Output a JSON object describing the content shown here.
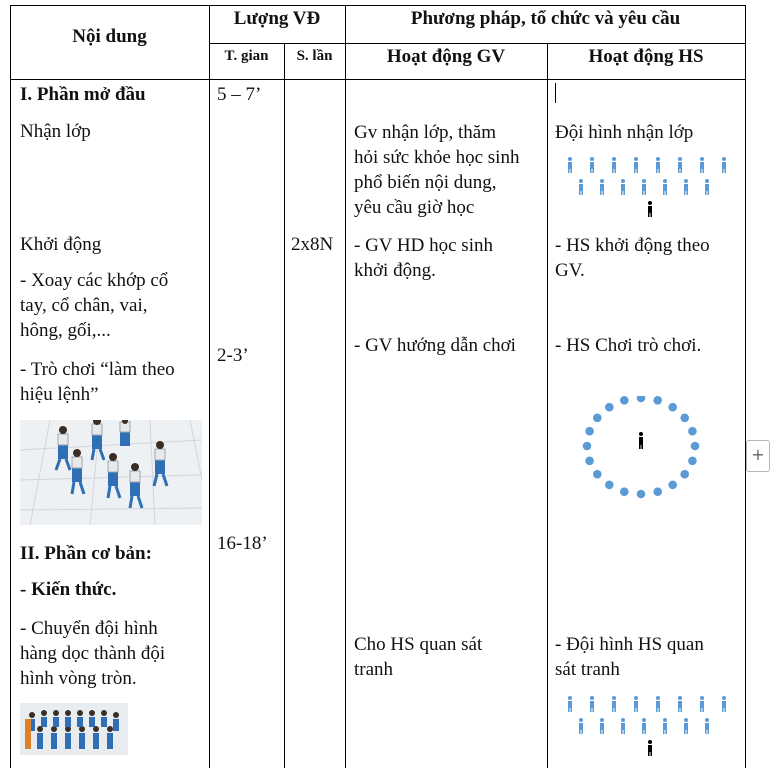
{
  "header": {
    "noi_dung": "Nội dung",
    "luong_vd": "Lượng VĐ",
    "phuong_phap": "Phương pháp, tổ chức và yêu cầu",
    "t_gian": "T. gian",
    "s_lan": "S. lần",
    "hd_gv": "Hoạt động GV",
    "hd_hs": "Hoạt động HS"
  },
  "content": {
    "part1": "I. Phần mở đầu",
    "nhan_lop": "Nhận lớp",
    "khoi_dong": "Khởi động",
    "xoay1": "- Xoay các khớp cổ",
    "xoay2": "tay, cổ chân, vai,",
    "xoay3": "hông, gối,...",
    "trochoi1": "- Trò chơi “làm theo",
    "trochoi2": "hiệu lệnh”",
    "part2": "II. Phần cơ bản:",
    "kienthuc": "- Kiến thức.",
    "chuyen1": "- Chuyển đội hình",
    "chuyen2": "hàng dọc thành đội",
    "chuyen3": "hình vòng tròn."
  },
  "time": {
    "t1": "5 – 7’",
    "t2": "2-3’",
    "t3": "16-18’"
  },
  "reps": {
    "r1": "2x8N"
  },
  "gv": {
    "a1": "Gv nhận lớp, thăm",
    "a2": "hỏi sức khỏe học sinh",
    "a3": "phổ biến nội dung,",
    "a4": "yêu cầu giờ học",
    "b1": "- GV HD học sinh",
    "b2": "khởi động.",
    "c1": "- GV hướng dẫn chơi",
    "d1": "Cho HS quan sát",
    "d2": "tranh"
  },
  "hs": {
    "a1": "Đội hình nhận lớp",
    "b1": " - HS khởi động theo",
    "b2": "GV.",
    "c1": "- HS Chơi trò chơi.",
    "d1": "- Đội hình HS quan",
    "d2": "sát tranh"
  },
  "colors": {
    "student": "#5b9bd5",
    "teacher": "#000000"
  },
  "icons": {
    "add": "+"
  }
}
